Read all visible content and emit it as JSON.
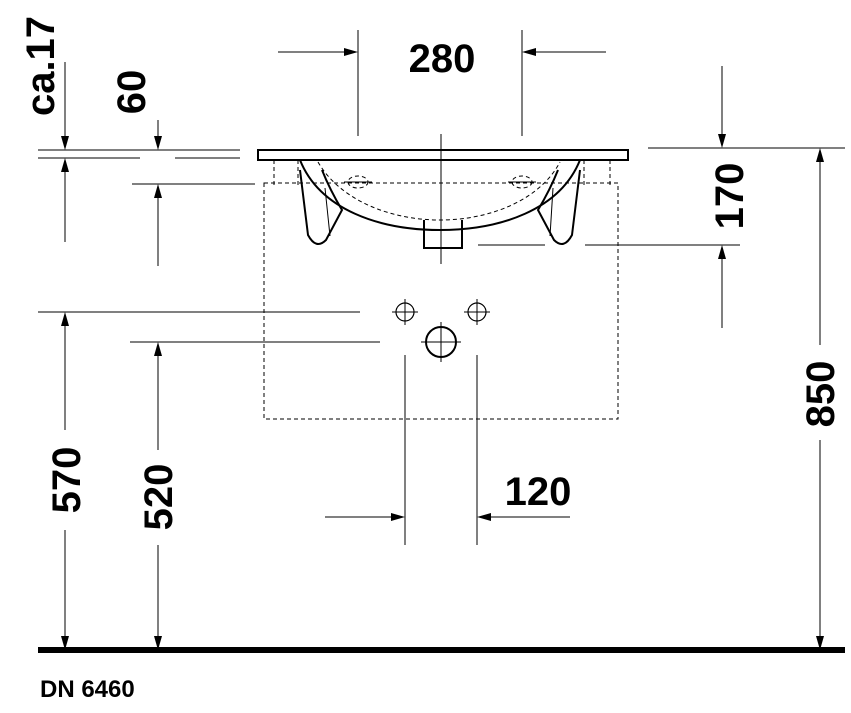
{
  "drawing": {
    "model_code": "DN 6460",
    "dimensions": {
      "width_bowl": "280",
      "height_total": "850",
      "depth_basin": "170",
      "rim_thickness": "ca.17",
      "overflow_depth": "60",
      "supply_height": "570",
      "drain_height": "520",
      "supply_spacing": "120"
    }
  }
}
